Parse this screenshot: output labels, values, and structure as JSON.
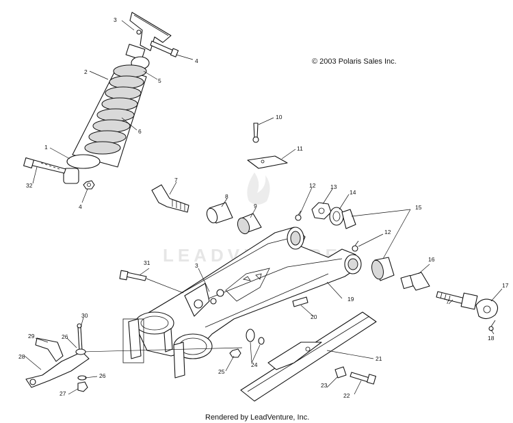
{
  "copyright": "© 2003 Polaris Sales Inc.",
  "footer": "Rendered by LeadVenture, Inc.",
  "watermark": "LEADVENTURE",
  "callouts": {
    "c3a": "3",
    "c4a": "4",
    "c2": "2",
    "c5": "5",
    "c6": "6",
    "c1": "1",
    "c32": "32",
    "c4b": "4",
    "c10": "10",
    "c11": "11",
    "c7a": "7",
    "c8": "8",
    "c9": "9",
    "c12a": "12",
    "c13": "13",
    "c14": "14",
    "c15": "15",
    "c12b": "12",
    "c16": "16",
    "c17": "17",
    "c7b": "7",
    "c18": "18",
    "c31": "31",
    "c3b": "3",
    "c19": "19",
    "c20": "20",
    "c30": "30",
    "c29": "29",
    "c26a": "26",
    "c28": "28",
    "c26b": "26",
    "c27": "27",
    "c25": "25",
    "c24": "24",
    "c21": "21",
    "c23": "23",
    "c22": "22"
  }
}
